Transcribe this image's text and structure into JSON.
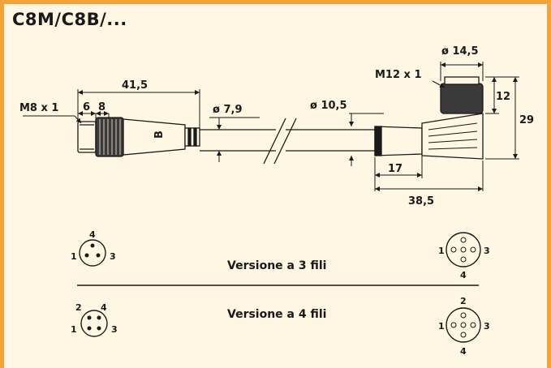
{
  "title": "C8M/C8B/...",
  "dimensions": {
    "m8_thread": "M8 x 1",
    "len_6": "6",
    "len_8": "8",
    "len_41_5": "41,5",
    "dia_7_9": "ø 7,9",
    "dia_10_5": "ø 10,5",
    "m12_thread": "M12 x 1",
    "dia_14_5": "ø 14,5",
    "len_12": "12",
    "len_29": "29",
    "len_17": "17",
    "len_38_5": "38,5"
  },
  "connector_mark": "B",
  "versions": {
    "three_wire": "Versione a 3 fili",
    "four_wire": "Versione a 4 fili"
  },
  "pins": {
    "m8_3w": {
      "top": "4",
      "left": "1",
      "right": "3"
    },
    "m12_3w": {
      "left": "1",
      "right": "3",
      "bottom": "4"
    },
    "m8_4w": {
      "top_left": "2",
      "top_right": "4",
      "left": "1",
      "right": "3"
    },
    "m12_4w": {
      "top": "2",
      "left": "1",
      "right": "3",
      "bottom": "4"
    }
  },
  "colors": {
    "frame": "#f2a33a",
    "background": "#fff6e3",
    "ink": "#1a1a1a"
  }
}
